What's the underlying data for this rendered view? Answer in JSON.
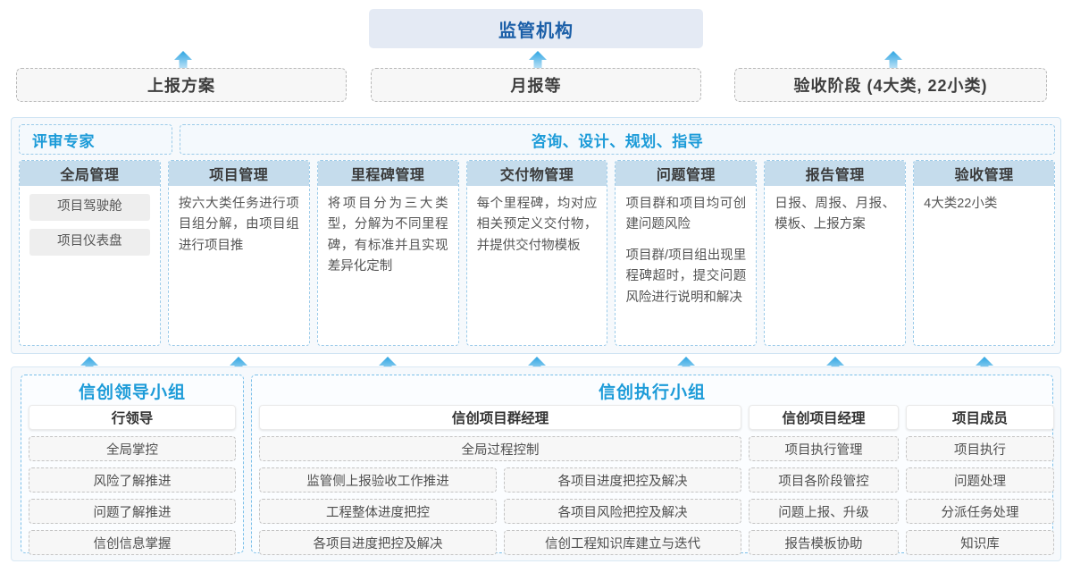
{
  "top": {
    "regulator": "监管机构",
    "channels": [
      {
        "label": "上报方案"
      },
      {
        "label": "月报等"
      },
      {
        "label": "验收阶段 (4大类, 22小类)"
      }
    ]
  },
  "middle": {
    "header_left": "评审专家",
    "header_right": "咨询、设计、规划、指导",
    "cards": [
      {
        "title": "全局管理",
        "pills": [
          "项目驾驶舱",
          "项目仪表盘"
        ],
        "paragraphs": []
      },
      {
        "title": "项目管理",
        "pills": [],
        "paragraphs": [
          "按六大类任务进行项目组分解，由项目组进行项目推"
        ]
      },
      {
        "title": "里程碑管理",
        "pills": [],
        "paragraphs": [
          "将项目分为三大类型，分解为不同里程碑，有标准并且实现差异化定制"
        ]
      },
      {
        "title": "交付物管理",
        "pills": [],
        "paragraphs": [
          "每个里程碑，均对应相关预定义交付物，并提供交付物模板"
        ]
      },
      {
        "title": "问题管理",
        "pills": [],
        "paragraphs": [
          "项目群和项目均可创建问题风险",
          "项目群/项目组出现里程碑超时，提交问题风险进行说明和解决"
        ]
      },
      {
        "title": "报告管理",
        "pills": [],
        "paragraphs": [
          "日报、周报、月报、模板、上报方案"
        ]
      },
      {
        "title": "验收管理",
        "pills": [],
        "paragraphs": [
          "4大类22小类"
        ]
      }
    ]
  },
  "bottom": {
    "leading_group": {
      "title": "信创领导小组",
      "role": "行领导",
      "items": [
        "全局掌控",
        "风险了解推进",
        "问题了解推进",
        "信创信息掌握"
      ]
    },
    "exec_group": {
      "title": "信创执行小组",
      "program_manager": {
        "role": "信创项目群经理",
        "wide_item": "全局过程控制",
        "left_items": [
          "监管侧上报验收工作推进",
          "工程整体进度把控",
          "各项目进度把控及解决"
        ],
        "right_items": [
          "各项目进度把控及解决",
          "各项目风险把控及解决",
          "信创工程知识库建立与迭代"
        ]
      },
      "project_manager": {
        "role": "信创项目经理",
        "items": [
          "项目执行管理",
          "项目各阶段管控",
          "问题上报、升级",
          "报告模板协助"
        ]
      },
      "project_member": {
        "role": "项目成员",
        "items": [
          "项目执行",
          "问题处理",
          "分派任务处理",
          "知识库"
        ]
      }
    }
  },
  "colors": {
    "brand_blue": "#1c9bd8",
    "deep_blue": "#1b5fa8",
    "card_header": "#c5dcec",
    "panel_bg": "#f6f9fc",
    "arrow": "#29a3e0"
  },
  "arrows": {
    "icon": "arrow-up-icon",
    "top_row": [
      205,
      602,
      1000
    ],
    "mid_row": [
      100,
      265,
      432,
      600,
      768,
      935,
      1102
    ]
  }
}
